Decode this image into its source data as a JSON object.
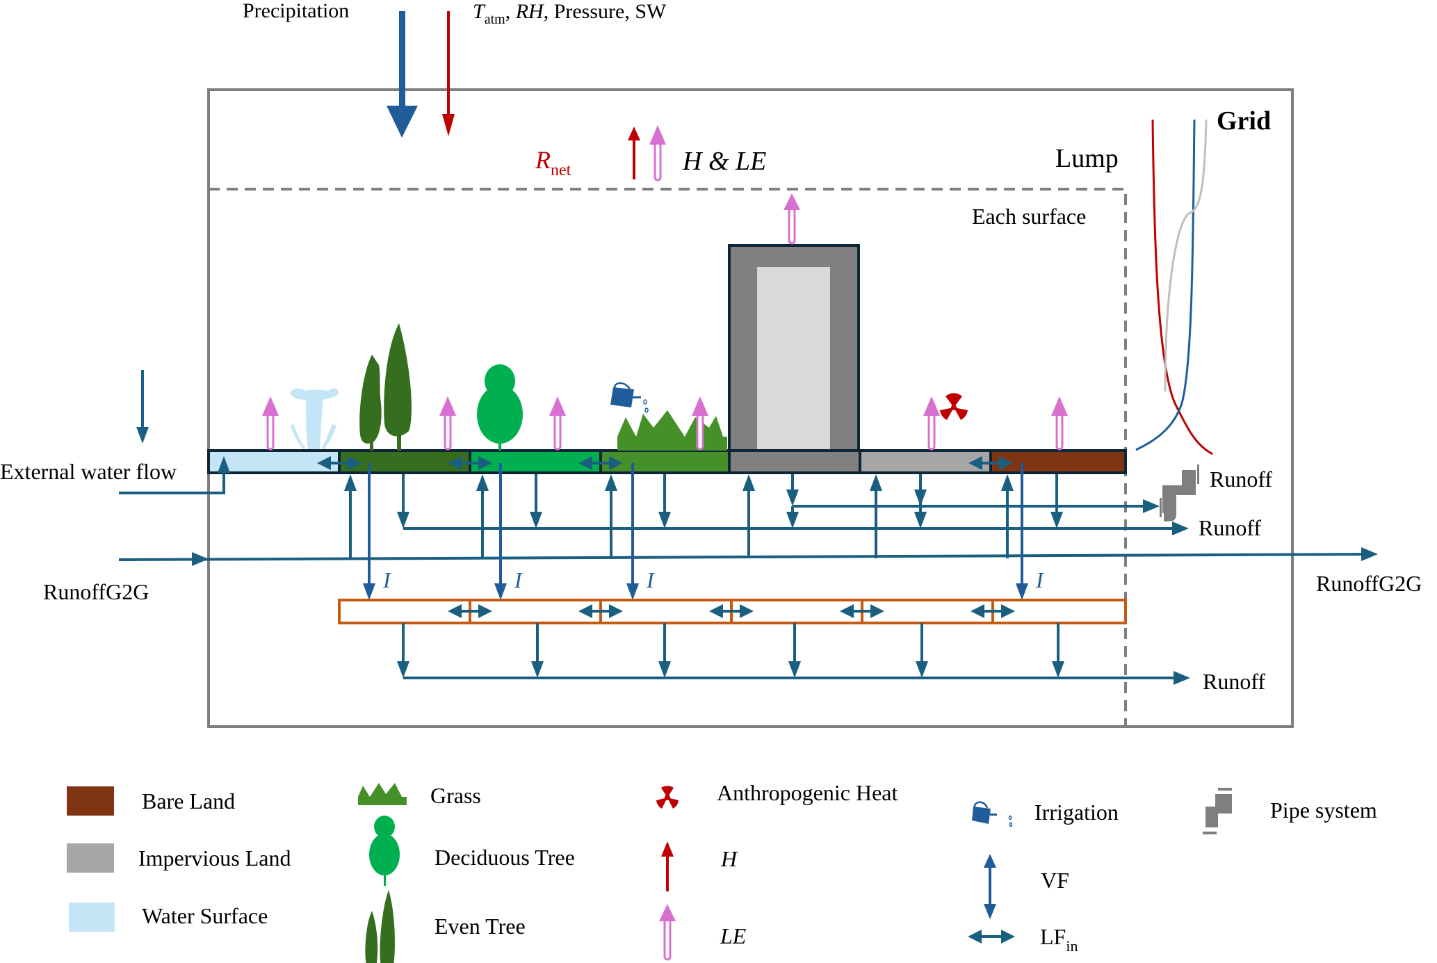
{
  "top_inputs": {
    "precipitation": "Precipitation",
    "met_T": "T",
    "met_T_sub": "atm",
    "met_rest_1": ", ",
    "met_RH": "RH",
    "met_rest_2": ", Pressure, SW"
  },
  "energy": {
    "rnet": "R",
    "rnet_sub": "net",
    "h_le": "H & LE"
  },
  "scopes": {
    "grid": "Grid",
    "lump": "Lump",
    "each_surface": "Each surface"
  },
  "flows": {
    "external_water_flow": "External water flow",
    "runoff_g2g_in": "RunoffG2G",
    "runoff_g2g_out": "RunoffG2G",
    "runoff_pipe": "Runoff",
    "runoff_surface": "Runoff",
    "runoff_soil": "Runoff",
    "infiltration": "I"
  },
  "surfaces": [
    {
      "name": "Water Surface",
      "color": "#c3e5f5"
    },
    {
      "name": "Even Tree",
      "color": "#356e1f"
    },
    {
      "name": "Deciduous Tree",
      "color": "#00b050"
    },
    {
      "name": "Grass",
      "color": "#46902a"
    },
    {
      "name": "Building",
      "color": "#808080"
    },
    {
      "name": "Impervious Land",
      "color": "#a6a6a6"
    },
    {
      "name": "Bare Land",
      "color": "#7f3413"
    }
  ],
  "colors": {
    "flow": "#1a5f80",
    "precip": "#1f5c99",
    "sensible": "#c00000",
    "latent": "#d870d0",
    "soil": "#c55a11",
    "frame": "#7f7f7f",
    "curve_gray": "#bfbfbf"
  },
  "legend": {
    "bare_land": "Bare Land",
    "impervious_land": "Impervious Land",
    "water_surface": "Water Surface",
    "grass": "Grass",
    "deciduous_tree": "Deciduous Tree",
    "even_tree": "Even Tree",
    "anthropogenic_heat": "Anthropogenic Heat",
    "h": "H",
    "le": "LE",
    "irrigation": "Irrigation",
    "vf": "VF",
    "lf": "LF",
    "lf_sub": "in",
    "pipe_system": "Pipe system"
  }
}
